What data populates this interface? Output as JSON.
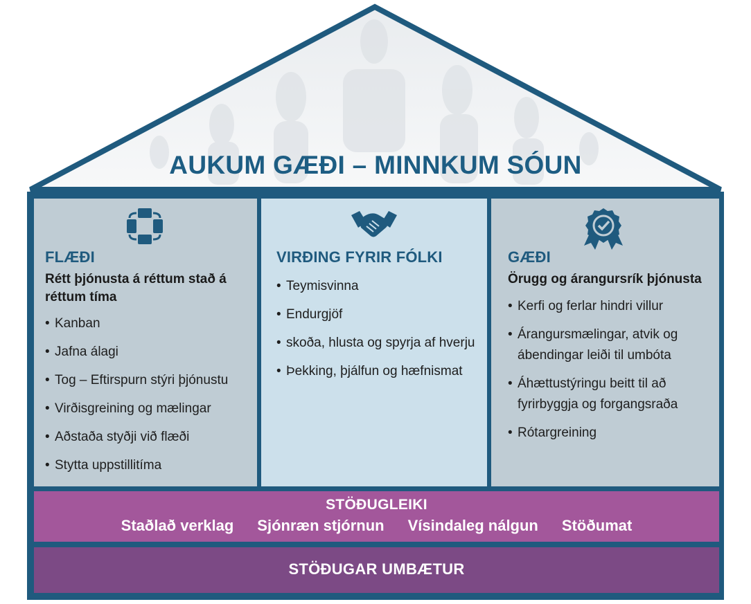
{
  "title": "AUKUM GÆÐI – MINNKUM SÓUN",
  "pillars": [
    {
      "icon": "flow-cycle-icon",
      "title": "FLÆÐI",
      "subtitle": "Rétt þjónusta á réttum stað á réttum tíma",
      "items": [
        "Kanban",
        "Jafna álagi",
        "Tog – Eftirspurn stýri þjónustu",
        "Virðisgreining og mælingar",
        "Aðstaða styðji við flæði",
        "Stytta uppstillitíma"
      ]
    },
    {
      "icon": "handshake-icon",
      "title": "VIRÐING FYRIR FÓLKI",
      "subtitle": "",
      "items": [
        "Teymisvinna",
        "Endurgjöf",
        " skoða, hlusta og spyrja af hverju",
        "Þekking, þjálfun og hæfnismat"
      ]
    },
    {
      "icon": "quality-badge-icon",
      "title": "GÆÐI",
      "subtitle": "Örugg og árangursrík þjónusta",
      "items": [
        "Kerfi og ferlar hindri villur",
        "Árangursmælingar, atvik og ábendingar leiði til umbóta",
        "Áhættustýringu beitt til að fyrirbyggja og forgangsraða",
        "Rótargreining"
      ]
    }
  ],
  "stability": {
    "title": "STÖÐUGLEIKI",
    "items": [
      "Staðlað verklag",
      "Sjónræn stjórnun",
      "Vísindaleg nálgun",
      "Stöðumat"
    ]
  },
  "foundation": "STÖÐUGAR UMBÆTUR",
  "colors": {
    "frame": "#1f5a7e",
    "pillar_side": "#bfccd4",
    "pillar_center": "#cce0eb",
    "stability_band": "#a3579b",
    "foundation_band": "#7c4a85"
  }
}
